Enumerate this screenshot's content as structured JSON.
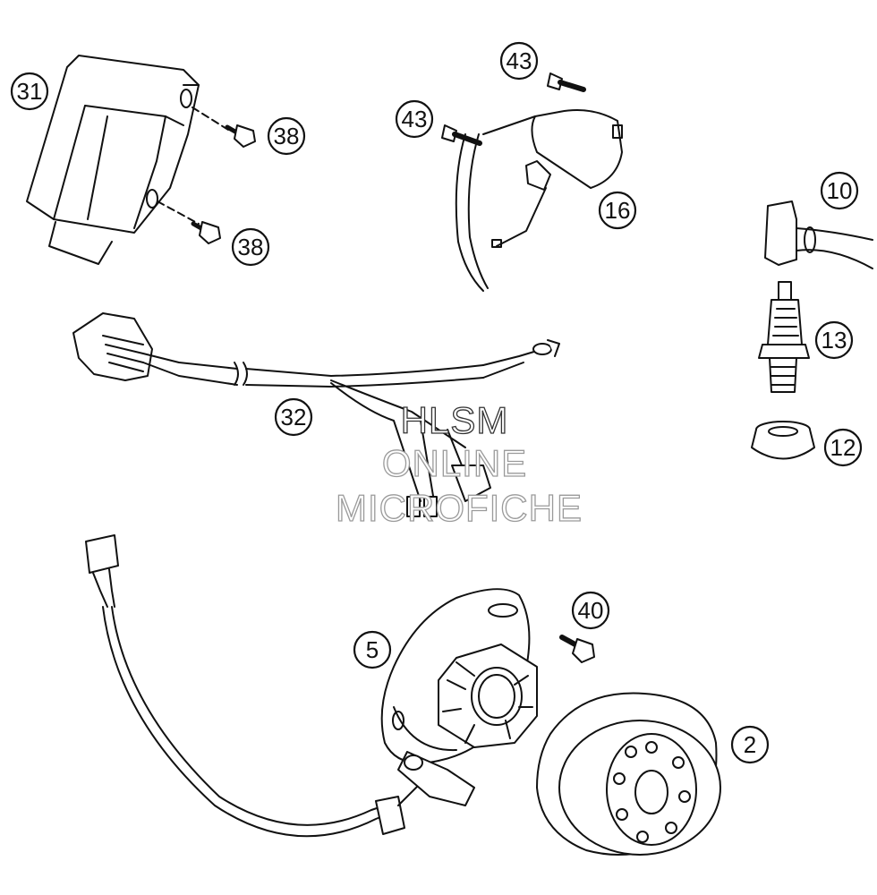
{
  "callouts": {
    "c31": "31",
    "c38a": "38",
    "c38b": "38",
    "c43a": "43",
    "c43b": "43",
    "c16": "16",
    "c10": "10",
    "c13": "13",
    "c12": "12",
    "c32": "32",
    "c40": "40",
    "c5": "5",
    "c2": "2"
  },
  "watermark": {
    "line1": "HLSM",
    "line2": "ONLINE",
    "line3": "MICROFICHE"
  }
}
